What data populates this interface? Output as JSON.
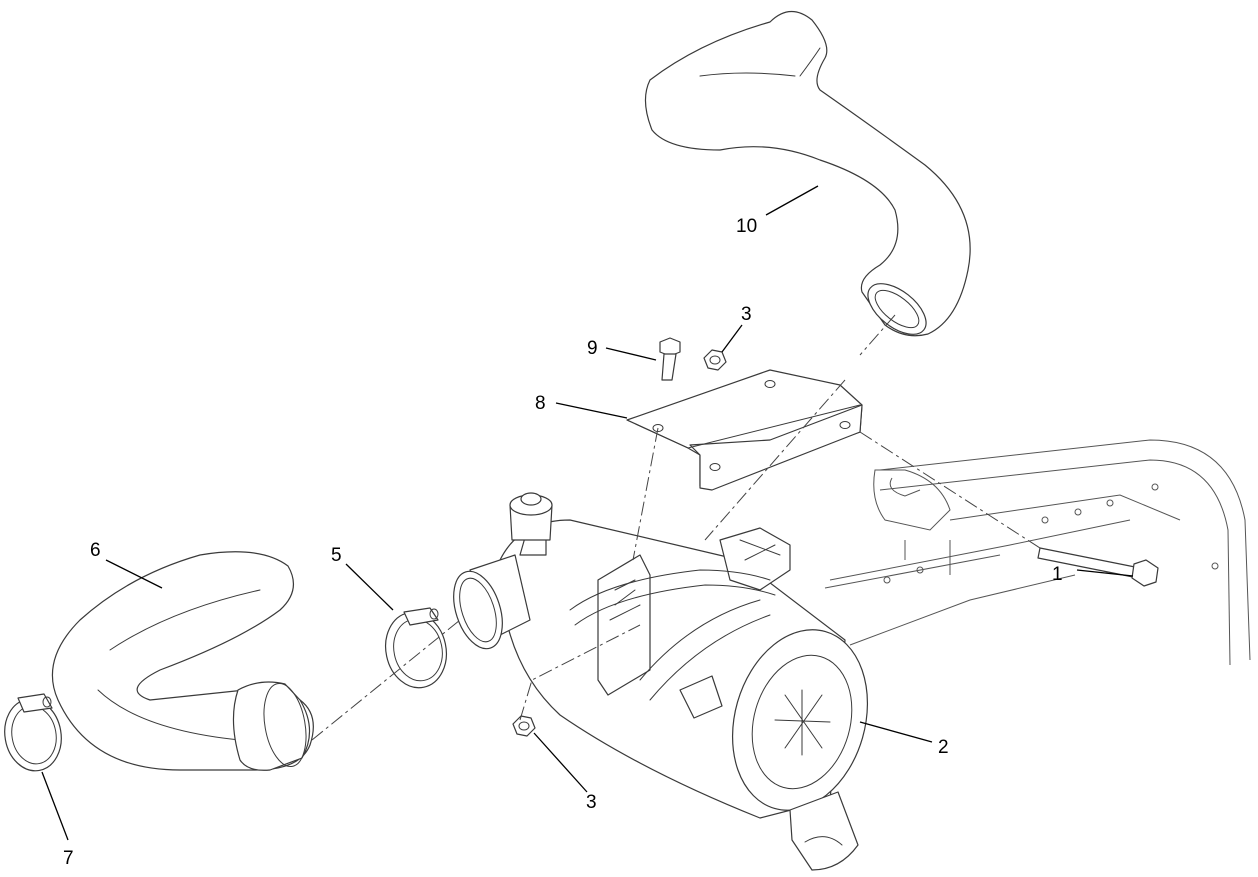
{
  "callouts": [
    {
      "id": "c1",
      "label": "1"
    },
    {
      "id": "c2",
      "label": "2"
    },
    {
      "id": "c3a",
      "label": "3"
    },
    {
      "id": "c3b",
      "label": "3"
    },
    {
      "id": "c5",
      "label": "5"
    },
    {
      "id": "c6",
      "label": "6"
    },
    {
      "id": "c7",
      "label": "7"
    },
    {
      "id": "c8",
      "label": "8"
    },
    {
      "id": "c9",
      "label": "9"
    },
    {
      "id": "c10",
      "label": "10"
    }
  ]
}
